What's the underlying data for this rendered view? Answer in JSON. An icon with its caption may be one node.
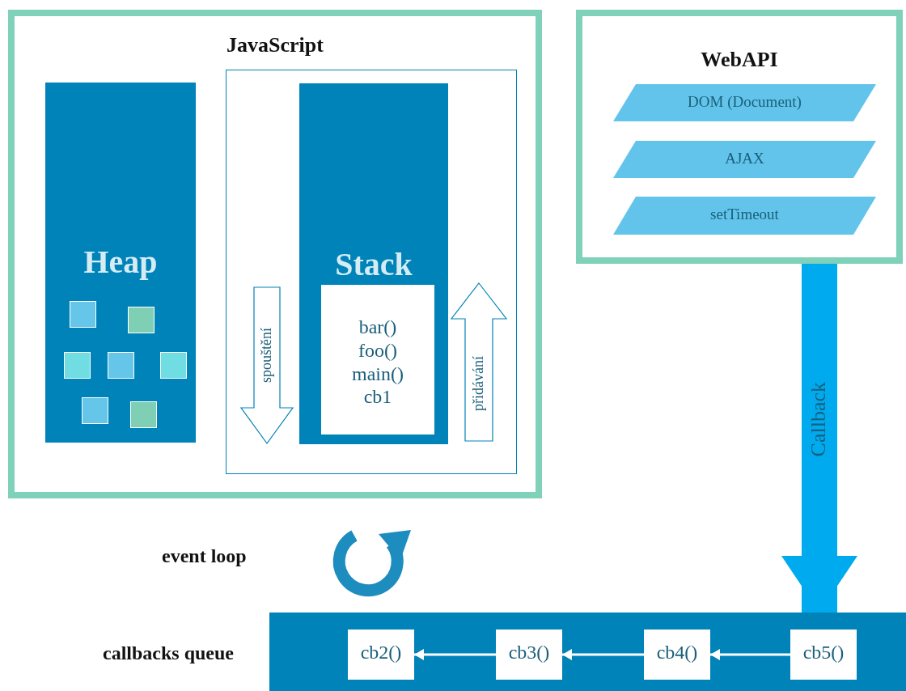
{
  "diagram": {
    "nodes": [
      {
        "text": [
          "JavaScript"
        ]
      },
      {
        "text": [
          "Heap"
        ],
        "in": 0
      },
      {
        "text": [],
        "shape": "box",
        "in": 0
      },
      {
        "text": [
          "Stack"
        ],
        "in": 2
      },
      {
        "text": [
          "bar() foo() main() cb1"
        ],
        "in": 3
      },
      {
        "text": [
          "WebAPI"
        ]
      },
      {
        "text": [
          "DOM (Document)"
        ],
        "in": 5
      },
      {
        "text": [
          "AJAX"
        ],
        "in": 5
      },
      {
        "text": [
          "setTimeout"
        ],
        "in": 5
      },
      {
        "text": [
          "callbacks queue"
        ]
      },
      {
        "text": [
          "cb2()"
        ],
        "in": 9
      },
      {
        "text": [
          "cb3()"
        ],
        "in": 9
      },
      {
        "text": [
          "cb4()"
        ],
        "in": 9
      },
      {
        "text": [
          "cb5()"
        ],
        "in": 9
      }
    ],
    "edges": [
      {
        "from": 13,
        "to": 12,
        "arrow": "to"
      },
      {
        "from": 12,
        "to": 11,
        "arrow": "to"
      },
      {
        "from": 11,
        "to": 10,
        "arrow": "to"
      },
      {
        "from": 5,
        "to": 9,
        "arrow": "to",
        "label": "Callback",
        "style": "thick",
        "color": "#00aaee"
      }
    ],
    "labels": [
      "spouštění",
      "přidávání",
      "event loop"
    ]
  }
}
